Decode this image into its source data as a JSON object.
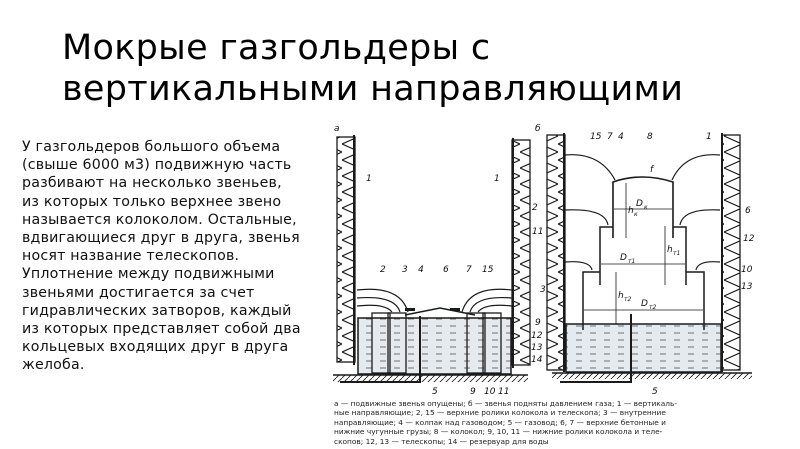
{
  "slide": {
    "title_lines": [
      "Мокрые газгольдеры с",
      "вертикальными направляющими"
    ],
    "body_lines": [
      "У газгольдеров большого объема",
      "(свыше 6000 м3) подвижную часть",
      "разбивают на несколько звеньев,",
      "из которых только верхнее звено",
      "называется колоколом. Остальные,",
      "вдвигающиеся друг в друга, звенья",
      "носят название телескопов.",
      "Уплотнение между подвижными",
      "звеньями достигается за счет",
      "гидравлических затворов, каждый",
      "из которых представляет собой два",
      "кольцевых входящих друг в друга",
      "желоба."
    ]
  },
  "figure": {
    "panel_a": {
      "letter": "а",
      "labels": [
        "1",
        "1",
        "2",
        "3",
        "4",
        "6",
        "7",
        "15",
        "12",
        "13",
        "14",
        "5",
        "9",
        "10",
        "11"
      ]
    },
    "panel_b": {
      "letter": "б",
      "labels": [
        "15",
        "7",
        "4",
        "8",
        "1",
        "2",
        "6",
        "11",
        "12",
        "3",
        "10",
        "13",
        "9",
        "5",
        "f",
        "h",
        "D",
        "h",
        "D",
        "h",
        "D"
      ],
      "subscripts": [
        "к",
        "к",
        "т1",
        "т1",
        "т2",
        "т2"
      ]
    },
    "side_labels": [
      "12",
      "13",
      "14"
    ],
    "caption_lines": [
      "а — подвижные звенья опущены; б — звенья подняты давлением газа; 1 — вертикаль-",
      "ные направляющие; 2, 15 — верхние ролики колокола и телескопа; 3 — внутренние",
      "направляющие; 4 — колпак над газоводом; 5 — газовод; 6, 7 — верхние бетонные и",
      "нижние чугунные грузы; 8 — колокол; 9, 10, 11 — нижние ролики колокола и теле-",
      "скопов; 12, 13 — телескопы; 14 — резервуар для воды"
    ],
    "colors": {
      "water": "#dfe6ea",
      "line": "#1a1a1a"
    }
  }
}
